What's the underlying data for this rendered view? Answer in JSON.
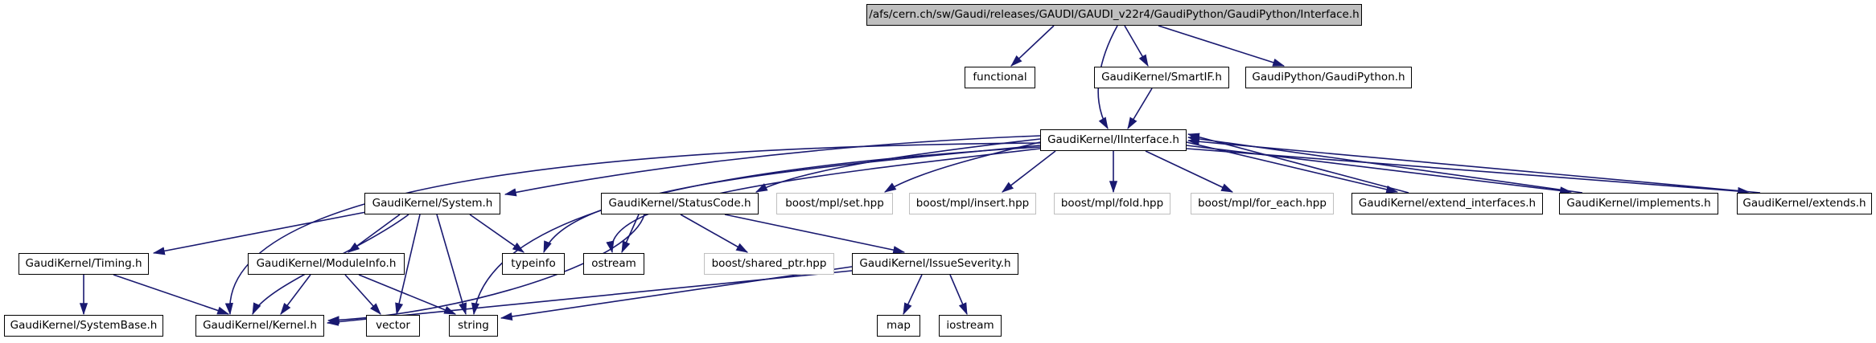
{
  "diagram": {
    "kind": "include-dependency-graph",
    "root_file": "/afs/cern.ch/sw/Gaudi/releases/GAUDI/GAUDI_v22r4/GaudiPython/GaudiPython/Interface.h"
  },
  "colors": {
    "edge": "#191970",
    "node_border": "#000000",
    "muted_node_border": "#bfbfbf",
    "root_fill": "#bfbfbf",
    "node_fill": "#ffffff",
    "text": "#000000"
  },
  "nodes": [
    {
      "id": "root",
      "label": "/afs/cern.ch/sw/Gaudi/releases/GAUDI/GAUDI_v22r4/GaudiPython/GaudiPython/Interface.h",
      "style": "root",
      "link": false
    },
    {
      "id": "functional",
      "label": "functional",
      "style": "plain",
      "link": false
    },
    {
      "id": "smartif",
      "label": "GaudiKernel/SmartIF.h",
      "style": "plain",
      "link": true
    },
    {
      "id": "gaudipython",
      "label": "GaudiPython/GaudiPython.h",
      "style": "plain",
      "link": true
    },
    {
      "id": "iinterface",
      "label": "GaudiKernel/IInterface.h",
      "style": "plain",
      "link": true
    },
    {
      "id": "system",
      "label": "GaudiKernel/System.h",
      "style": "plain",
      "link": true
    },
    {
      "id": "statuscode",
      "label": "GaudiKernel/StatusCode.h",
      "style": "plain",
      "link": true
    },
    {
      "id": "mpl_set",
      "label": "boost/mpl/set.hpp",
      "style": "muted",
      "link": false
    },
    {
      "id": "mpl_insert",
      "label": "boost/mpl/insert.hpp",
      "style": "muted",
      "link": false
    },
    {
      "id": "mpl_fold",
      "label": "boost/mpl/fold.hpp",
      "style": "muted",
      "link": false
    },
    {
      "id": "mpl_foreach",
      "label": "boost/mpl/for_each.hpp",
      "style": "muted",
      "link": false
    },
    {
      "id": "extend_interfaces",
      "label": "GaudiKernel/extend_interfaces.h",
      "style": "plain",
      "link": true
    },
    {
      "id": "implements",
      "label": "GaudiKernel/implements.h",
      "style": "plain",
      "link": true
    },
    {
      "id": "extends",
      "label": "GaudiKernel/extends.h",
      "style": "plain",
      "link": true
    },
    {
      "id": "timing",
      "label": "GaudiKernel/Timing.h",
      "style": "plain",
      "link": true
    },
    {
      "id": "moduleinfo",
      "label": "GaudiKernel/ModuleInfo.h",
      "style": "plain",
      "link": true
    },
    {
      "id": "typeinfo",
      "label": "typeinfo",
      "style": "plain",
      "link": false
    },
    {
      "id": "ostream",
      "label": "ostream",
      "style": "plain",
      "link": false
    },
    {
      "id": "sharedptr",
      "label": "boost/shared_ptr.hpp",
      "style": "muted",
      "link": false
    },
    {
      "id": "issueseverity",
      "label": "GaudiKernel/IssueSeverity.h",
      "style": "plain",
      "link": true
    },
    {
      "id": "systembase",
      "label": "GaudiKernel/SystemBase.h",
      "style": "plain",
      "link": true
    },
    {
      "id": "kernel",
      "label": "GaudiKernel/Kernel.h",
      "style": "plain",
      "link": true
    },
    {
      "id": "vector",
      "label": "vector",
      "style": "plain",
      "link": false
    },
    {
      "id": "string",
      "label": "string",
      "style": "plain",
      "link": false
    },
    {
      "id": "map",
      "label": "map",
      "style": "plain",
      "link": false
    },
    {
      "id": "iostream",
      "label": "iostream",
      "style": "plain",
      "link": false
    }
  ],
  "edges": [
    {
      "from": "root",
      "to": "functional"
    },
    {
      "from": "root",
      "to": "smartif"
    },
    {
      "from": "root",
      "to": "gaudipython"
    },
    {
      "from": "root",
      "to": "iinterface"
    },
    {
      "from": "smartif",
      "to": "iinterface"
    },
    {
      "from": "iinterface",
      "to": "system"
    },
    {
      "from": "iinterface",
      "to": "statuscode"
    },
    {
      "from": "iinterface",
      "to": "mpl_set"
    },
    {
      "from": "iinterface",
      "to": "mpl_insert"
    },
    {
      "from": "iinterface",
      "to": "mpl_fold"
    },
    {
      "from": "iinterface",
      "to": "mpl_foreach"
    },
    {
      "from": "iinterface",
      "to": "extend_interfaces"
    },
    {
      "from": "extend_interfaces",
      "to": "iinterface"
    },
    {
      "from": "iinterface",
      "to": "implements"
    },
    {
      "from": "implements",
      "to": "iinterface"
    },
    {
      "from": "iinterface",
      "to": "extends"
    },
    {
      "from": "extends",
      "to": "iinterface"
    },
    {
      "from": "iinterface",
      "to": "typeinfo"
    },
    {
      "from": "iinterface",
      "to": "ostream"
    },
    {
      "from": "iinterface",
      "to": "kernel"
    },
    {
      "from": "iinterface",
      "to": "string"
    },
    {
      "from": "system",
      "to": "timing"
    },
    {
      "from": "system",
      "to": "moduleinfo"
    },
    {
      "from": "system",
      "to": "kernel"
    },
    {
      "from": "system",
      "to": "typeinfo"
    },
    {
      "from": "system",
      "to": "string"
    },
    {
      "from": "system",
      "to": "vector"
    },
    {
      "from": "timing",
      "to": "systembase"
    },
    {
      "from": "timing",
      "to": "kernel"
    },
    {
      "from": "moduleinfo",
      "to": "kernel"
    },
    {
      "from": "moduleinfo",
      "to": "string"
    },
    {
      "from": "moduleinfo",
      "to": "vector"
    },
    {
      "from": "statuscode",
      "to": "kernel"
    },
    {
      "from": "statuscode",
      "to": "ostream"
    },
    {
      "from": "statuscode",
      "to": "sharedptr"
    },
    {
      "from": "statuscode",
      "to": "issueseverity"
    },
    {
      "from": "issueseverity",
      "to": "map"
    },
    {
      "from": "issueseverity",
      "to": "iostream"
    },
    {
      "from": "issueseverity",
      "to": "string"
    },
    {
      "from": "issueseverity",
      "to": "kernel"
    }
  ]
}
